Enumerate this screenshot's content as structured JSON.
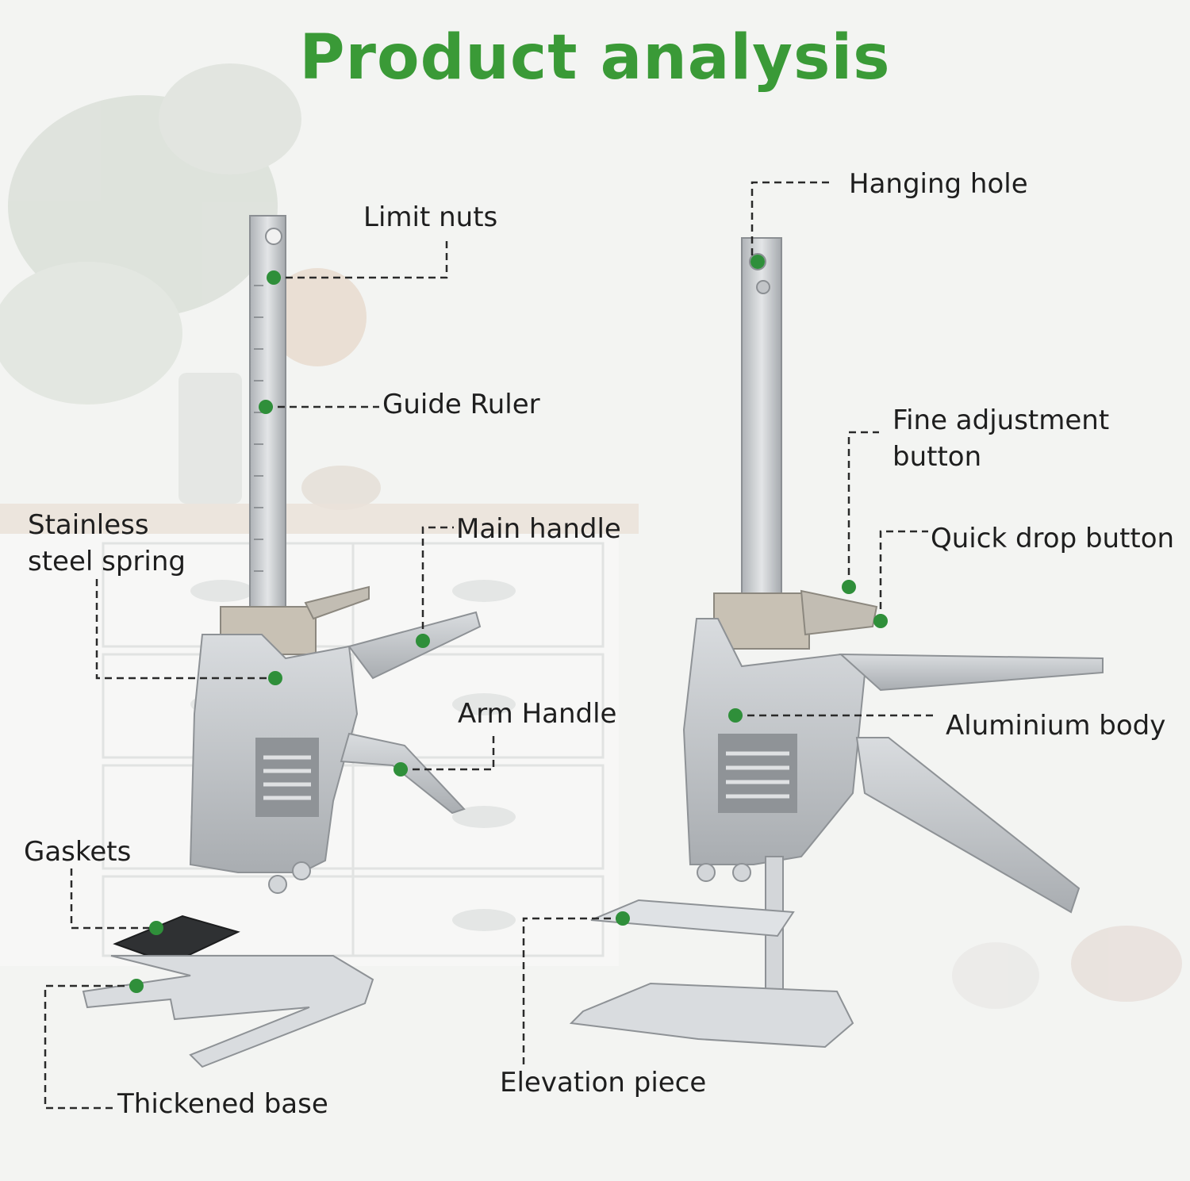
{
  "title": "Product analysis",
  "callouts": {
    "limit_nuts": "Limit nuts",
    "guide_ruler": "Guide Ruler",
    "stainless_line1": "Stainless",
    "stainless_line2": "steel spring",
    "main_handle": "Main handle",
    "arm_handle": "Arm Handle",
    "gaskets": "Gaskets",
    "thickened_base": "Thickened base",
    "hanging_hole": "Hanging hole",
    "fine_adj_line1": "Fine adjustment",
    "fine_adj_line2": "button",
    "quick_drop": "Quick drop button",
    "aluminium_body": "Aluminium body",
    "elevation_piece": "Elevation piece"
  },
  "colors": {
    "title": "#3a9a37",
    "marker": "#2f8f3a",
    "metal": "#c9cccf"
  }
}
